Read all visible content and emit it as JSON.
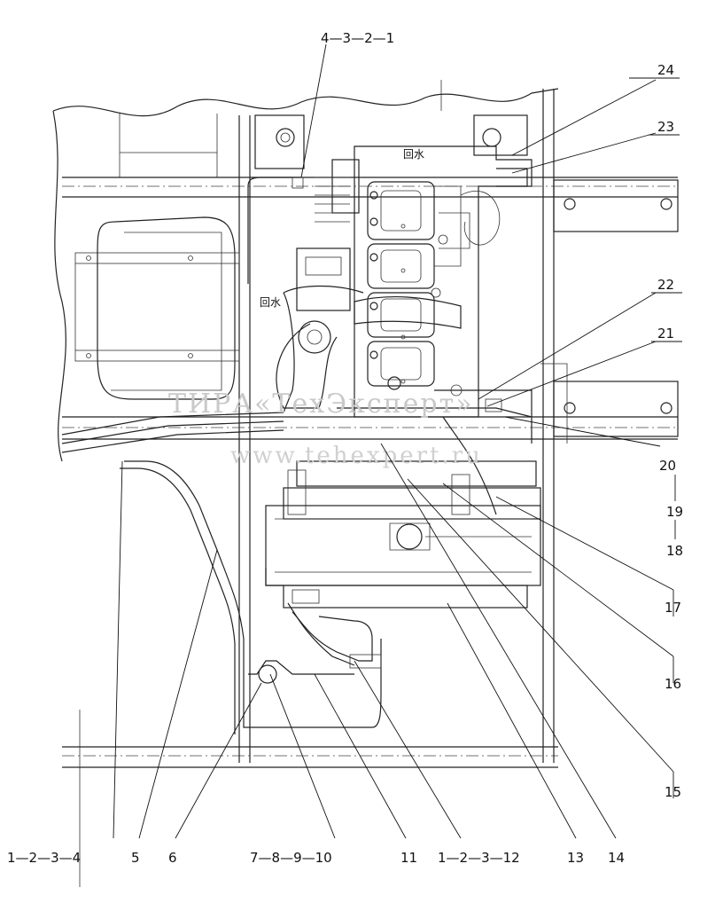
{
  "diagram": {
    "watermark_top": "ТИРА«ТехЭксперт»",
    "watermark_bottom": "www.tehexpert.ru",
    "hose_label_top": "回水",
    "hose_label_left": "回水",
    "callouts_bottom": [
      "1—2—3—4",
      "5",
      "6",
      "7—8—9—10",
      "11",
      "1—2—3—12",
      "13",
      "14"
    ],
    "callout_top": "4—3—2—1",
    "callouts_right": [
      "24",
      "23",
      "22",
      "21",
      "20",
      "19",
      "18",
      "17",
      "16",
      "15"
    ]
  }
}
